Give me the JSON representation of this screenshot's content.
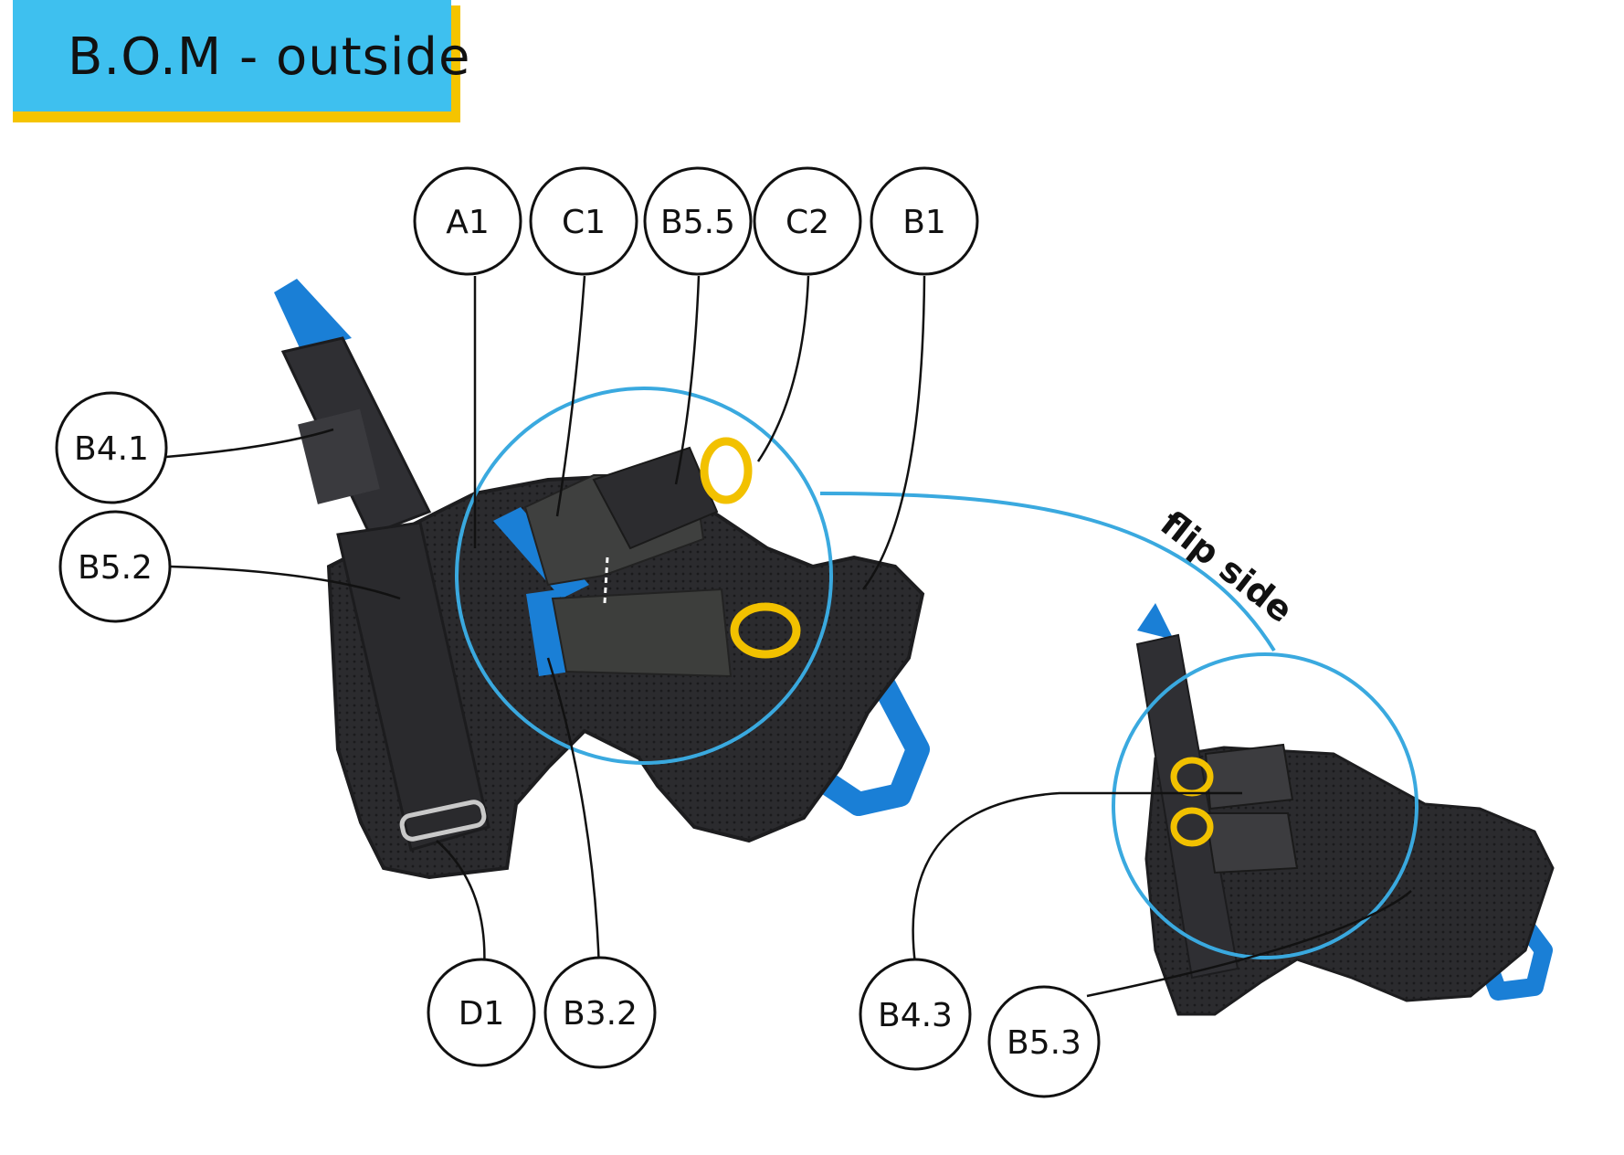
{
  "title": "B.O.M - outside",
  "flip_label": "flip side",
  "labels": [
    "A1",
    "C1",
    "B5.5",
    "C2",
    "B1",
    "B4.1",
    "B5.2",
    "D1",
    "B3.2",
    "B4.3",
    "B5.3"
  ],
  "colors": {
    "title_bg": "#3ec0ef",
    "title_accent": "#f5c400",
    "outline": "#3aa9df",
    "strap_blue": "#1a7fd6",
    "fabric": "#2b2b2e",
    "cord": "#f2c100"
  }
}
